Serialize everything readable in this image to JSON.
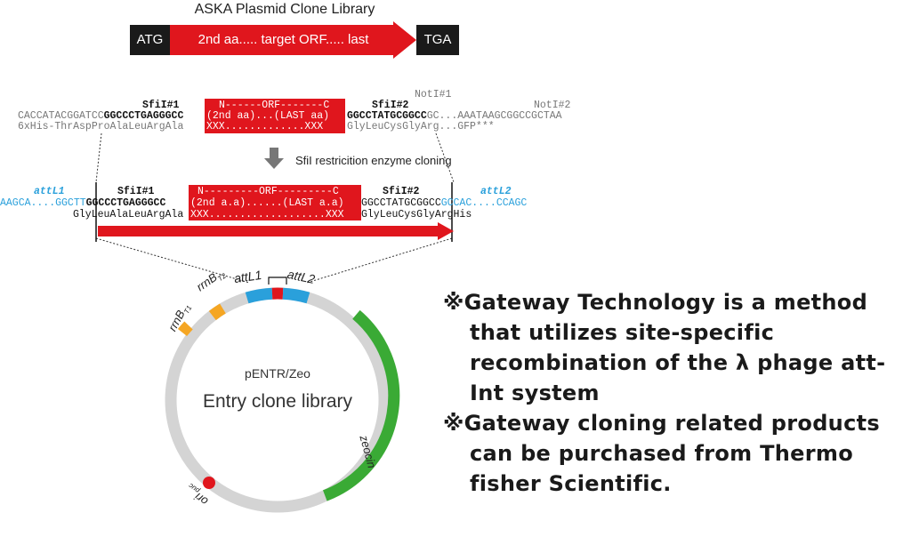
{
  "title": "ASKA Plasmid Clone Library",
  "orf_bar": {
    "start": "ATG",
    "middle": "2nd aa..... target ORF..... last",
    "stop": "TGA"
  },
  "top_seq": {
    "sfi1_label": "SfiI#1",
    "sfi2_label": "SfiI#2",
    "not1_label": "NotI#1",
    "not2_label": "NotI#2",
    "left_dna_gray": "CACCATACGGATCC",
    "left_dna_bold": "GGCCCTGAGGGCC",
    "left_prot_gray": "6xHis-ThrAspPro",
    "left_prot_blk": "AlaLeuArgAla",
    "box_row1": "N------ORF-------C",
    "box_row2": "(2nd aa)...(LAST aa)",
    "box_row3": "XXX.............XXX",
    "right_dna_bold": "GGCCTATGCGGCC",
    "right_dna_gray": "GC...AAATAAGCGGCCGCTAA",
    "right_prot": "GlyLeuCysGlyArg...GFP***"
  },
  "cloning_label": "SfiI restricition enzyme cloning",
  "mid_seq": {
    "attl1": "attL1",
    "attl2": "attL2",
    "sfi1_label": "SfiI#1",
    "sfi2_label": "SfiI#2",
    "left_blue": "AAGCA....GGCTT",
    "left_bold": "GGCCCTGAGGGCC",
    "left_prot": "GlyLeuAlaLeuArgAla",
    "box_row1": "N---------ORF---------C",
    "box_row2": "(2nd a.a)......(LAST a.a)",
    "box_row3": "XXX...................XXX",
    "right_dna": "GGCCTATGCGGCC",
    "right_blue": "GCCAC....CCAGC",
    "right_prot": "GlyLeuCysGlyArgHis"
  },
  "plasmid": {
    "name": "pENTR/Zeo",
    "subtitle": "Entry clone library",
    "att_l1": "attL1",
    "att_l2": "attL2",
    "rrnb_t2": "rrnB",
    "rrnb_t2_sub": "T2",
    "rrnb_t1": "rrnB",
    "rrnb_t1_sub": "T1",
    "zeocin": "zeocin",
    "ori": "ori",
    "ori_sub": "puc"
  },
  "notes": [
    "※Gateway Technology is a method that utilizes site-specific recombination of the λ phage att-Int system",
    "※Gateway cloning related products can be purchased from Thermo fisher Scientific."
  ],
  "colors": {
    "red": "#e0161d",
    "blue": "#2aa0db",
    "green": "#3aaa35",
    "orange": "#f5a623",
    "gray_ring": "#d4d4d4",
    "black": "#1a1a1a"
  }
}
